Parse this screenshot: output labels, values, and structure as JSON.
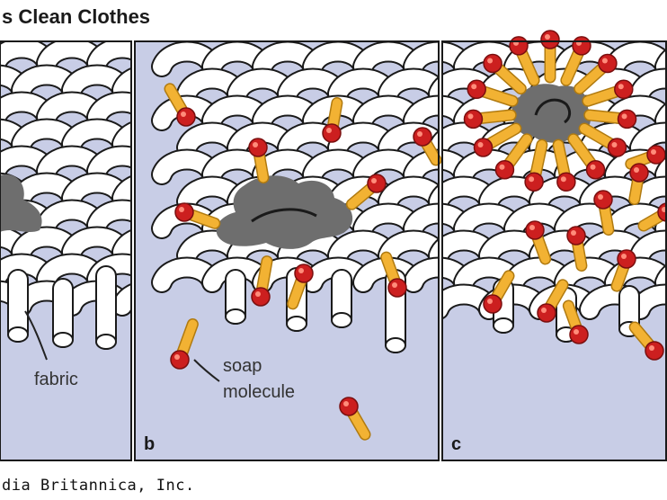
{
  "title": "s Clean Clothes",
  "credit": "dia Britannica, Inc.",
  "labels": {
    "fabric": "fabric",
    "soap_line1": "soap",
    "soap_line2": "molecule"
  },
  "panels": [
    {
      "letter": ""
    },
    {
      "letter": "b"
    },
    {
      "letter": "c"
    }
  ],
  "colors": {
    "background": "#c8cde6",
    "fiber": "#ffffff",
    "fiber_outline": "#1a1a1a",
    "dirt": "#6e6e6e",
    "molecule_head": "#cc1f1f",
    "molecule_tail": "#f2b233",
    "border": "#1a1a1a"
  }
}
